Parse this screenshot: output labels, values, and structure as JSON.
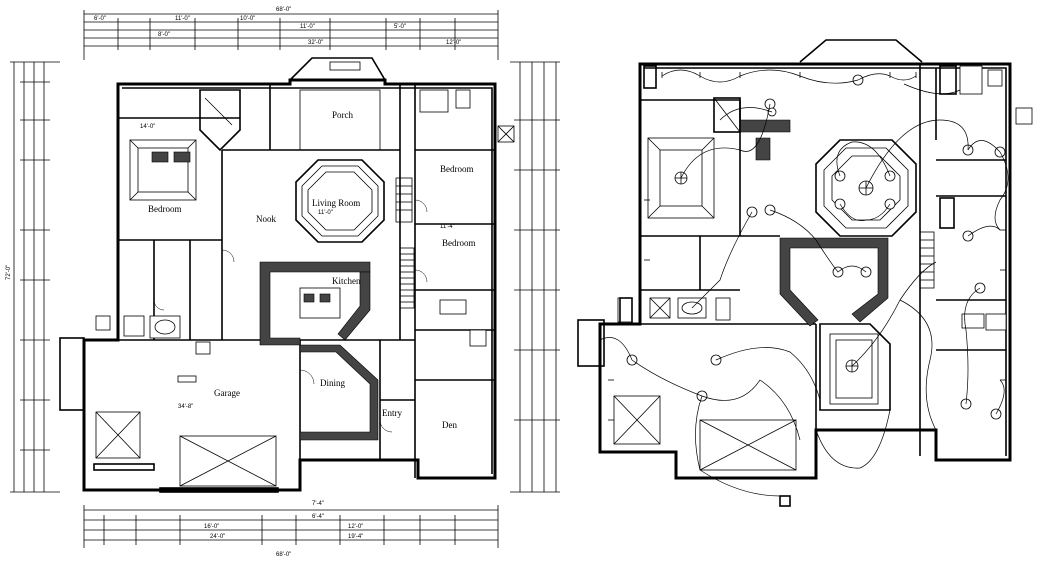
{
  "floor_plan": {
    "top_dimension": "68'-0\"",
    "bottom_dimension": "68'-0\"",
    "left_dimension": "72'-0\"",
    "rooms": {
      "porch": "Porch",
      "bedroom_left": "Bedroom",
      "nook": "Nook",
      "living_room": "Living Room",
      "bedroom_right_top": "Bedroom",
      "bedroom_right_mid": "Bedroom",
      "kitchen": "Kitchen",
      "garage": "Garage",
      "dining": "Dining",
      "entry": "Entry",
      "den": "Den"
    },
    "dims": {
      "top_a": "6'-0\"",
      "top_b": "11'-0\"",
      "top_c": "10'-0\"",
      "top_d": "11'-0\"",
      "top_e": "8'-0\"",
      "top_f": "5'-0\"",
      "top_g": "32'-0\"",
      "top_h": "12'-0\"",
      "bed_w": "14'-0\"",
      "liv_w": "11'-0\"",
      "right_w": "11'-4\"",
      "garage_w": "34'-8\"",
      "bot_a": "16'-0\"",
      "bot_b": "24'-0\"",
      "bot_c": "6'-4\"",
      "bot_d": "7'-4\"",
      "bot_e": "12'-0\"",
      "bot_f": "19'-4\""
    }
  },
  "electrical_plan": {
    "label": ""
  }
}
